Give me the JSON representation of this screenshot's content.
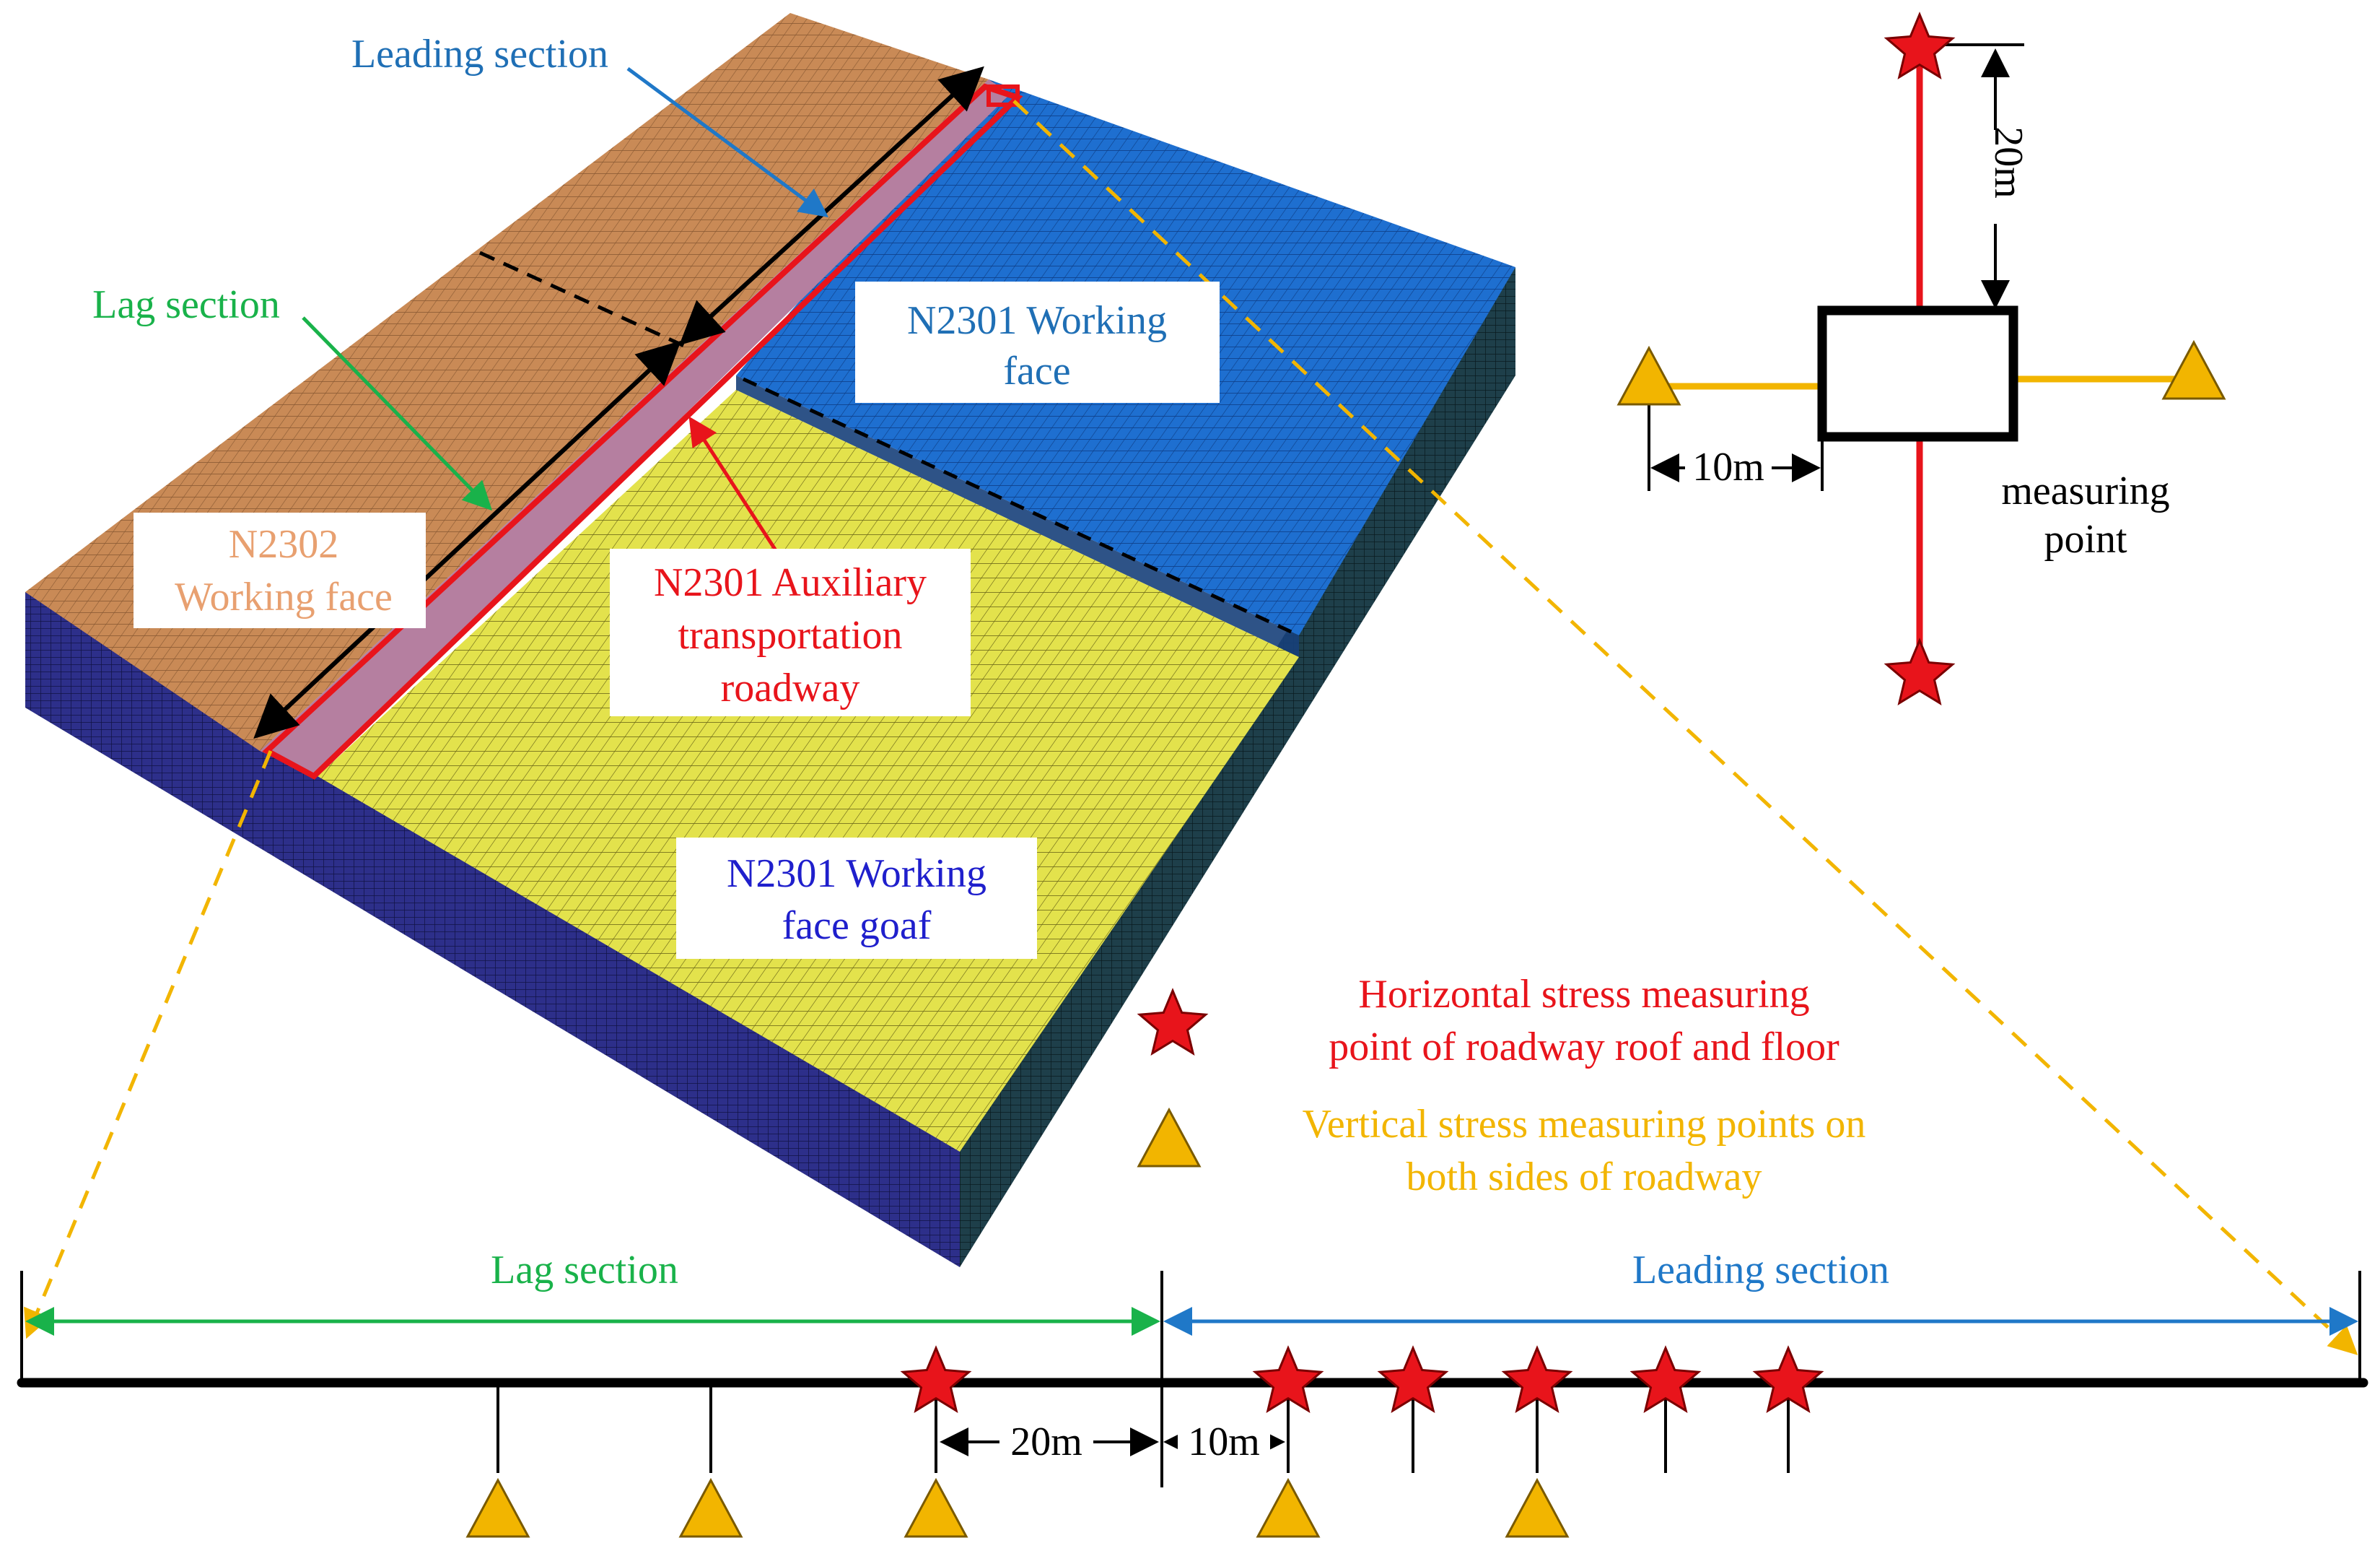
{
  "colors": {
    "orange_block": "#C98A56",
    "orange_label": "#E8A070",
    "blue_block": "#1E6FD0",
    "blue_label": "#1F6FB5",
    "yellow_block": "#E3E24C",
    "dark_label": "#1F1FCC",
    "red": "#E8141B",
    "yellow_marker": "#F2B500",
    "green": "#19B24A",
    "line_blue": "#1F78C8",
    "black": "#000000"
  },
  "model": {
    "leading_section_label": "Leading section",
    "lag_section_label": "Lag section",
    "n2301_working_face_line1": "N2301 Working",
    "n2301_working_face_line2": "face",
    "n2302_line1": "N2302",
    "n2302_line2": "Working face",
    "roadway_line1": "N2301 Auxiliary",
    "roadway_line2": "transportation",
    "roadway_line3": "roadway",
    "goaf_line1": "N2301 Working",
    "goaf_line2": "face goaf"
  },
  "detail": {
    "dim_vertical": "20m",
    "dim_horizontal": "10m",
    "measuring_line1": "measuring",
    "measuring_line2": "point"
  },
  "legend": {
    "horizontal_line1": "Horizontal stress measuring",
    "horizontal_line2": "point of roadway roof and floor",
    "vertical_line1": "Vertical stress measuring points on",
    "vertical_line2": "both sides of roadway"
  },
  "timeline": {
    "lag_label": "Lag section",
    "leading_label": "Leading section",
    "dim_20m": "20m",
    "dim_10m": "10m"
  }
}
